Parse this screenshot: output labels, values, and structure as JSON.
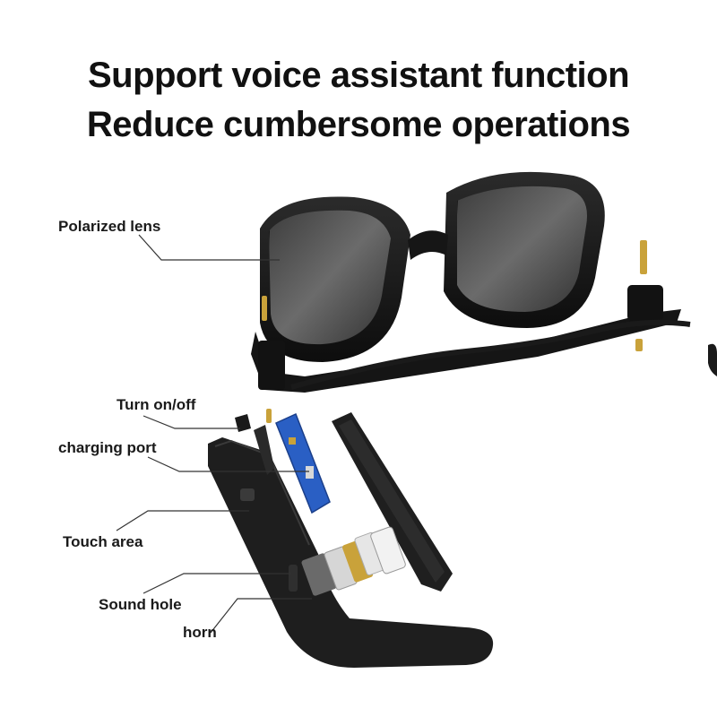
{
  "headline": {
    "line1": "Support voice assistant function",
    "line2": "Reduce cumbersome operations"
  },
  "callouts": {
    "polarized_lens": "Polarized lens",
    "turn_on_off": "Turn on/off",
    "charging_port": "charging port",
    "touch_area": "Touch area",
    "sound_hole": "Sound hole",
    "horn": "horn"
  },
  "colors": {
    "frame": "#1c1c1c",
    "lens": "#4a4a4a",
    "board": "#2a5fc4",
    "screw": "#c9a23a",
    "text": "#111111"
  }
}
